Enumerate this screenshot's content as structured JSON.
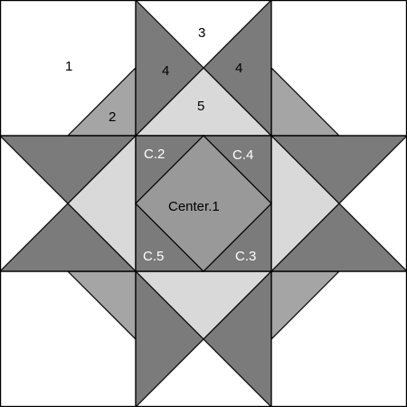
{
  "colors": {
    "background": "#ffffff",
    "dark": "#7b7b7b",
    "medium": "#a5a5a5",
    "light": "#d9d9d9",
    "center": "#999999",
    "outline": "#000000"
  },
  "labels": {
    "corner_square": "1",
    "corner_triangle": "2",
    "side_background": "3",
    "star_point_left": "4",
    "star_point_right": "4",
    "side_light": "5",
    "center": "Center.1",
    "c2": "C.2",
    "c4": "C.4",
    "c5": "C.5",
    "c3": "C.3"
  }
}
